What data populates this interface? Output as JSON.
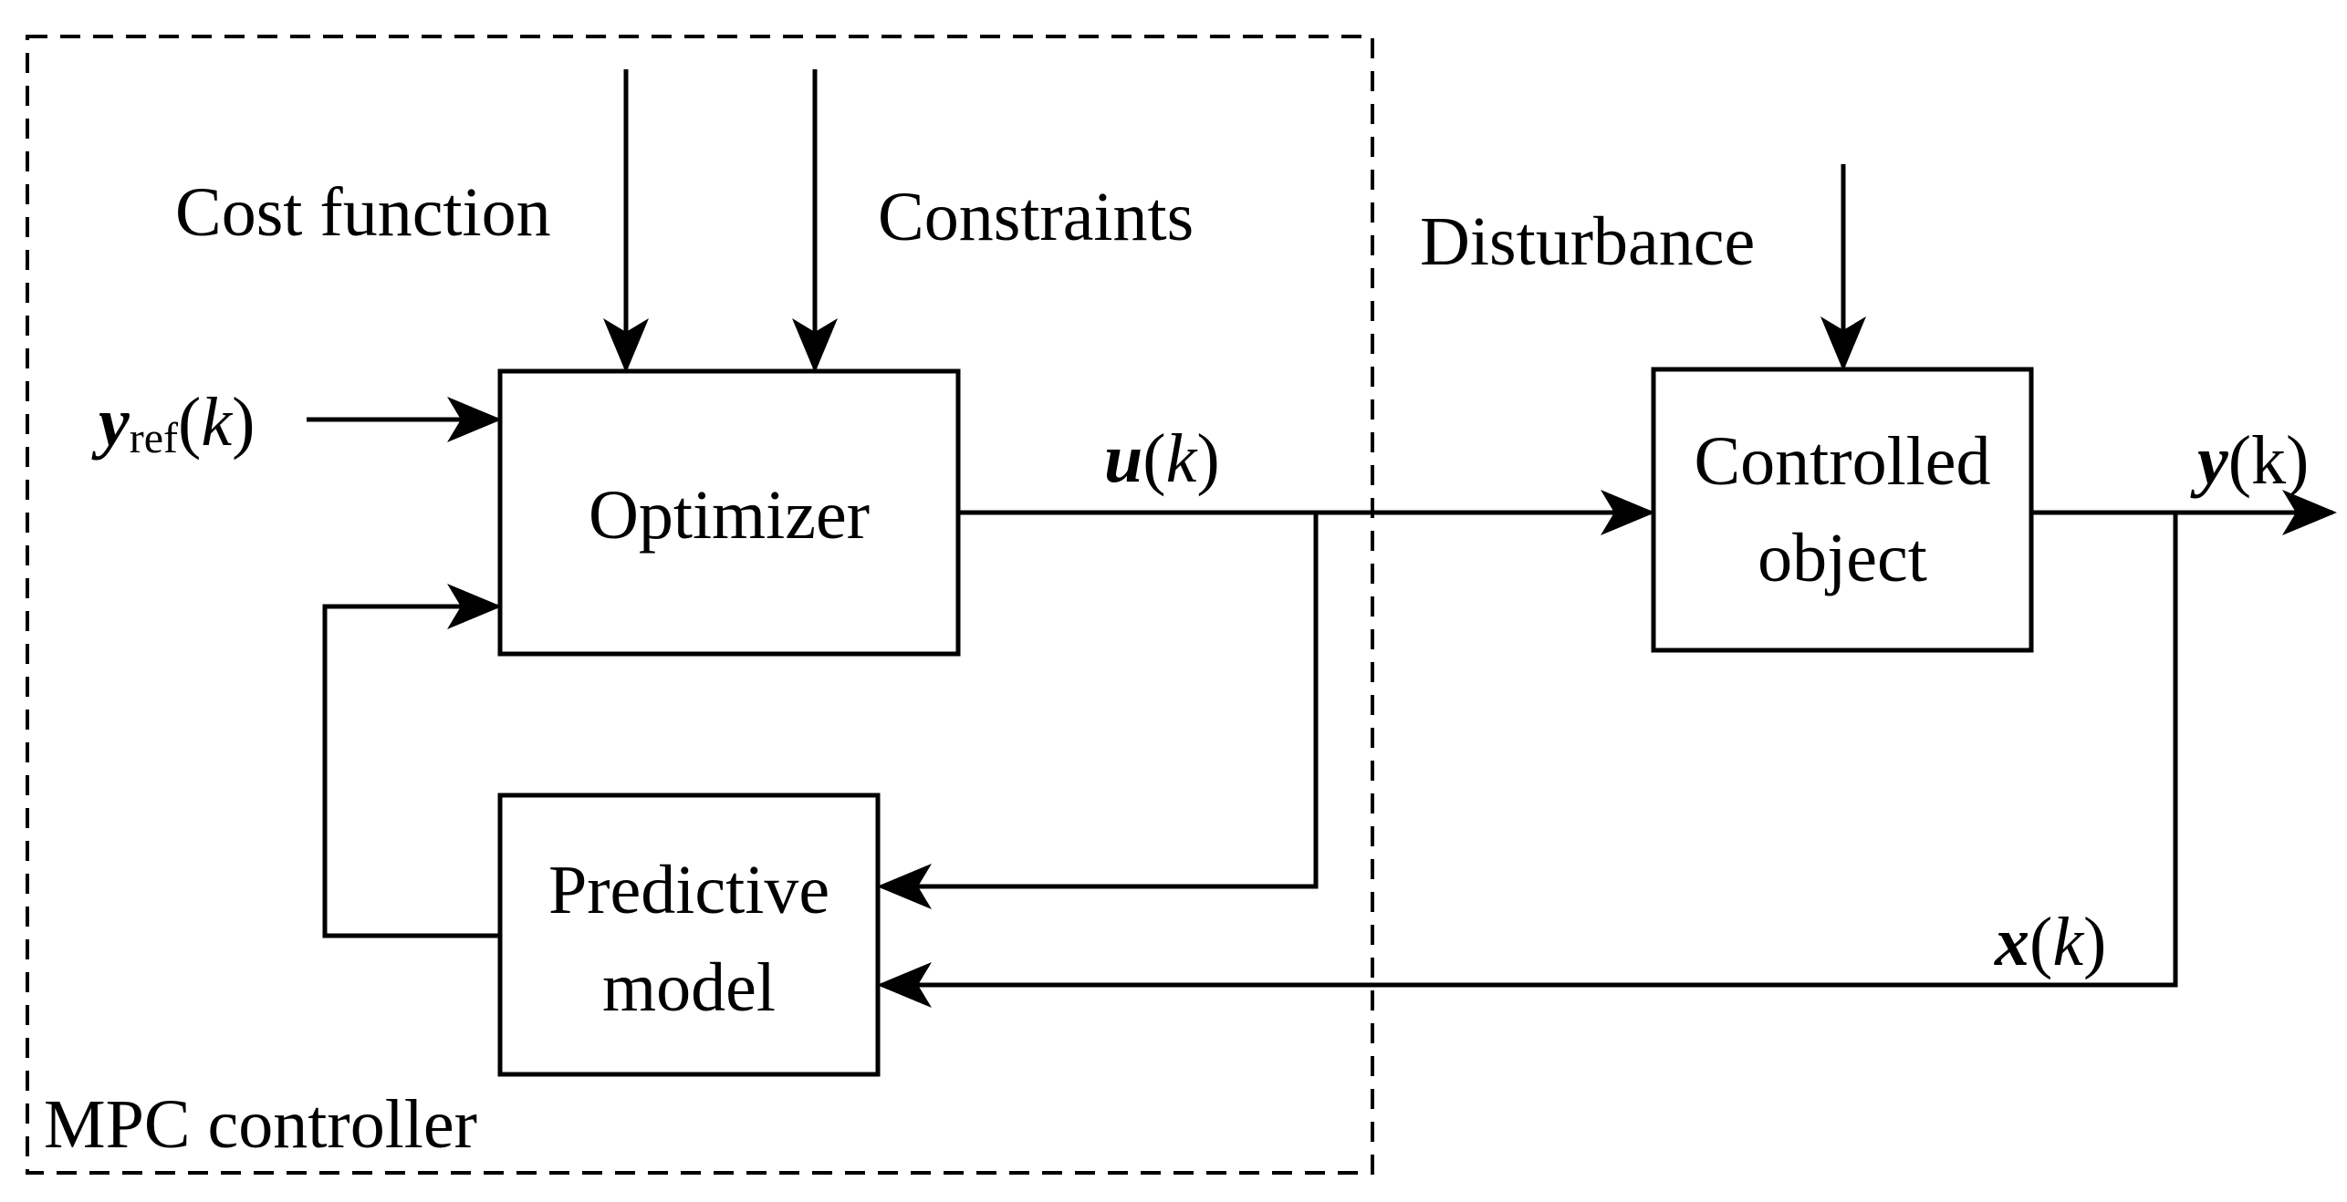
{
  "controller": {
    "label": "MPC controller"
  },
  "inputs": {
    "cost_function": "Cost function",
    "constraints": "Constraints",
    "disturbance": "Disturbance"
  },
  "blocks": {
    "optimizer": "Optimizer",
    "predictive_model_line1": "Predictive",
    "predictive_model_line2": "model",
    "controlled_object_line1": "Controlled",
    "controlled_object_line2": "object"
  },
  "signals": {
    "reference": {
      "main": "y",
      "sub": "ref",
      "open": "(",
      "arg": "k",
      "close": ")"
    },
    "control": {
      "main": "u",
      "open": "(",
      "arg": "k",
      "close": ")"
    },
    "output": {
      "main": "y",
      "args": "(k)"
    },
    "state": {
      "main": "x",
      "open": "(",
      "arg": "k",
      "close": ")"
    }
  }
}
